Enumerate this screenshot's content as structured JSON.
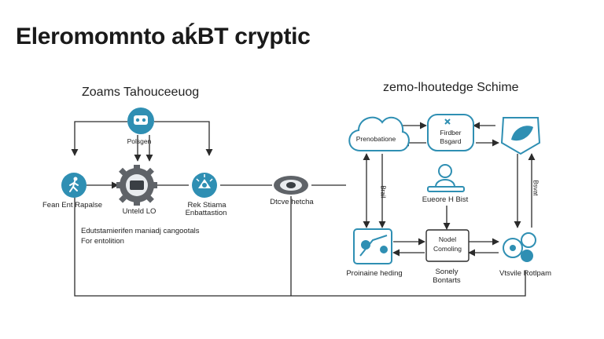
{
  "title": "Eleromomnto aḱBT cryptic",
  "left_section": {
    "heading": "Zoams Tahouceeuog",
    "nodes": {
      "top": "Polsgen",
      "left": "Fean Ent Rapalse",
      "middle": "Unteld LO",
      "right_line1": "Rek Stiama",
      "right_line2": "Enbattastion"
    },
    "note_line1": "Edutstamierifen maniadj cangootals",
    "note_line2": "For entolition"
  },
  "bridge": {
    "label": "Dtcve hetcha"
  },
  "right_section": {
    "heading": "zemo-lhoutedge Schime",
    "nodes": {
      "cloud": "Prenobatione",
      "box_line1": "Firdber",
      "box_line2": "Bsgard",
      "center": "Eueore H Bist",
      "model_line1": "Nodel",
      "model_line2": "Comoling",
      "bottom_left": "Proinaine heding",
      "bottom_mid_line1": "Sonely",
      "bottom_mid_line2": "Bontarts",
      "bottom_right": "Vtsvile Rotlpam"
    },
    "side_left": "Brail",
    "side_right": "Bsvat"
  },
  "colors": {
    "accent": "#2f8fb3",
    "accent_dark": "#1e6f8f",
    "line": "#2b2b2b",
    "gear": "#5f6368"
  }
}
